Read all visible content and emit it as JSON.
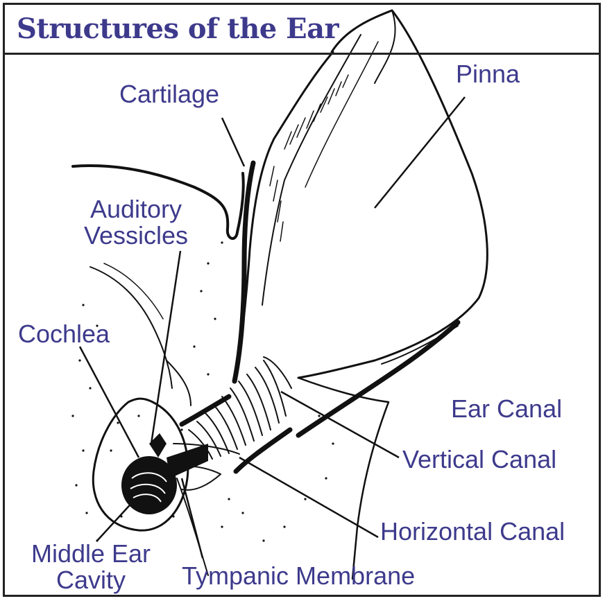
{
  "title": "Structures of the Ear",
  "colors": {
    "label": "#3d3a8c",
    "ink": "#111111",
    "frame": "#222222"
  },
  "labels": {
    "pinna": "Pinna",
    "cartilage": "Cartilage",
    "auditory_vessicles_1": "Auditory",
    "auditory_vessicles_2": "Vessicles",
    "cochlea": "Cochlea",
    "ear_canal": "Ear Canal",
    "vertical_canal": "Vertical Canal",
    "horizontal_canal": "Horizontal Canal",
    "middle_ear_cavity_1": "Middle Ear",
    "middle_ear_cavity_2": "Cavity",
    "tympanic_membrane": "Tympanic Membrane"
  }
}
